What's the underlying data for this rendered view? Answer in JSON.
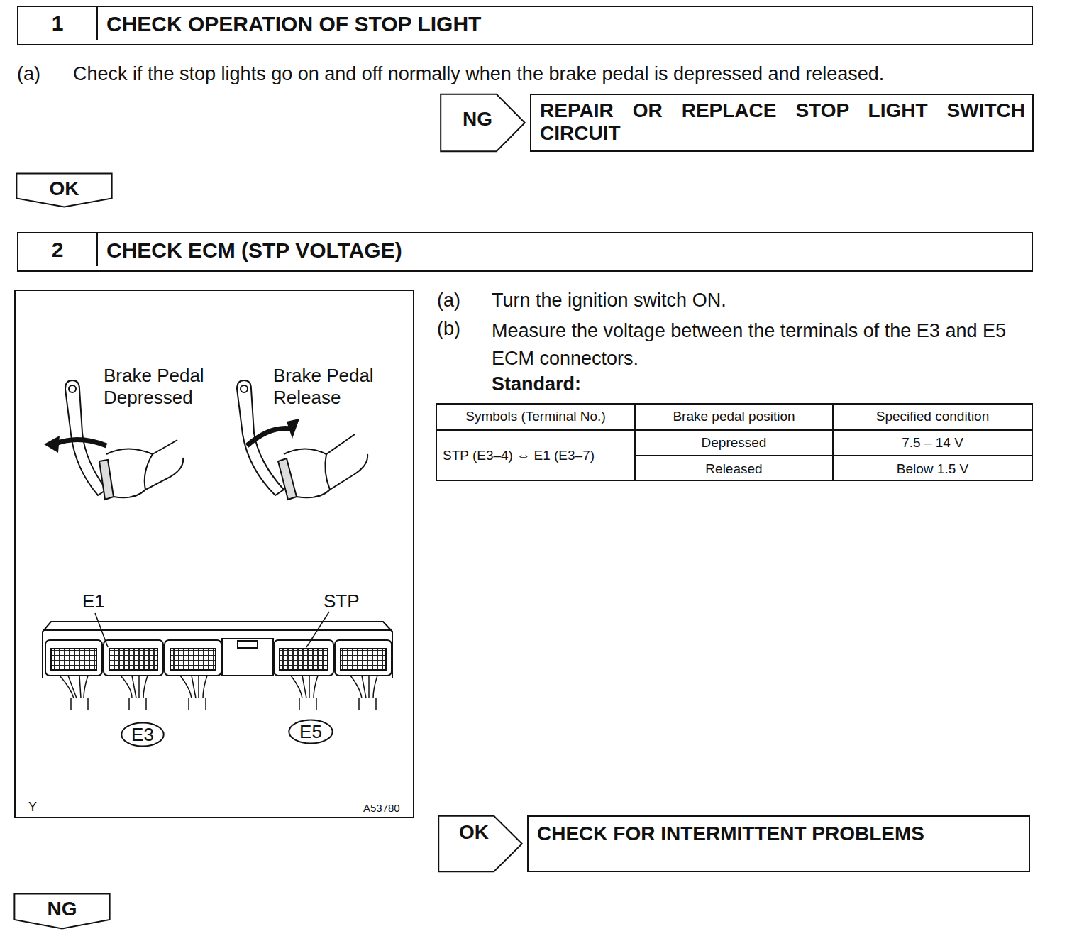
{
  "diagram": {
    "nodes": [
      {
        "text": [
          "1",
          "CHECK OPERATION OF STOP LIGHT"
        ]
      },
      {
        "text": [
          "NG"
        ]
      },
      {
        "text": [
          "REPAIR OR REPLACE STOP LIGHT SWITCH CIRCUIT"
        ]
      },
      {
        "text": [
          "OK"
        ]
      },
      {
        "text": [
          "2",
          "CHECK ECM (STP VOLTAGE)"
        ]
      },
      {
        "text": [
          "Brake Pedal Depressed",
          "Brake Pedal Release",
          "E1",
          "STP",
          "Y",
          "A53780"
        ]
      },
      {
        "text": [
          "E3"
        ],
        "in": 5
      },
      {
        "text": [
          "E5"
        ],
        "in": 5
      },
      {
        "text": [
          "OK"
        ]
      },
      {
        "text": [
          "CHECK FOR INTERMITTENT PROBLEMS"
        ]
      },
      {
        "text": [
          "NG"
        ]
      }
    ],
    "labels": [
      "(a)",
      "Check if the stop lights go on and off normally when the brake pedal is depressed and released.",
      "(a)",
      "Turn the ignition switch ON.",
      "(b)",
      "Measure the voltage between the terminals of the E3 and E5 ECM connectors.",
      "Standard:",
      "Symbols (Terminal No.)",
      "Brake pedal position",
      "Specified condition",
      "STP (E3–4) ⇔ E1 (E3–7)",
      "Depressed",
      "7.5 – 14 V",
      "Released",
      "Below 1.5 V"
    ]
  }
}
